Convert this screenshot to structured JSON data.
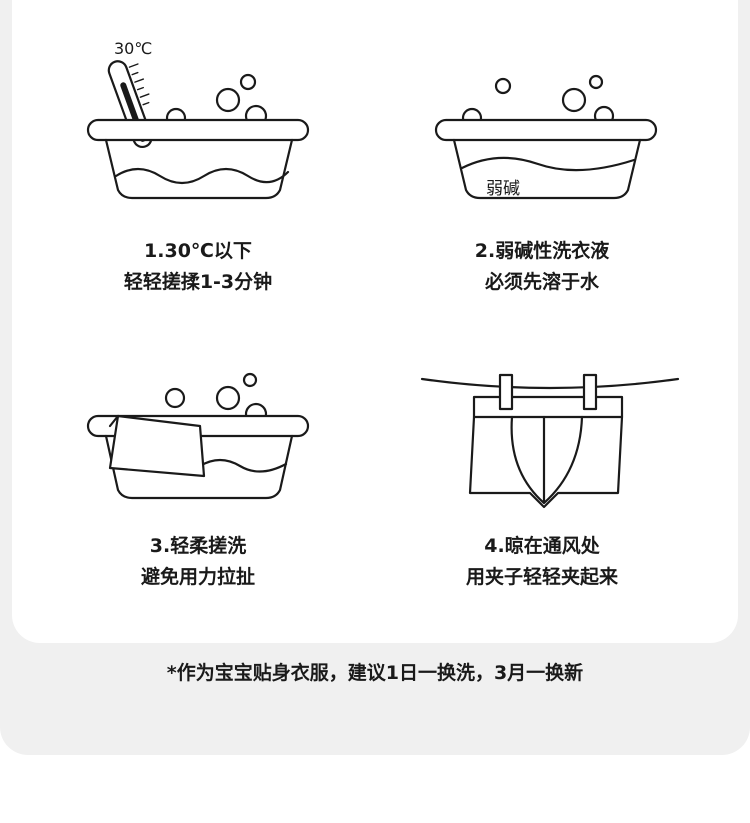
{
  "steps": [
    {
      "line1": "1.30℃以下",
      "line2": "轻轻搓揉1-3分钟",
      "thermometer_label": "30℃"
    },
    {
      "line1": "2.弱碱性洗衣液",
      "line2": "必须先溶于水",
      "liquid_label": "弱碱"
    },
    {
      "line1": "3.轻柔搓洗",
      "line2": "避免用力拉扯"
    },
    {
      "line1": "4.晾在通风处",
      "line2": "用夹子轻轻夹起来"
    }
  ],
  "note": "*作为宝宝贴身衣服，建议1日一换洗，3月一换新",
  "colors": {
    "stroke": "#1a1a1a",
    "panel": "#f0f0f0",
    "card": "#ffffff"
  }
}
